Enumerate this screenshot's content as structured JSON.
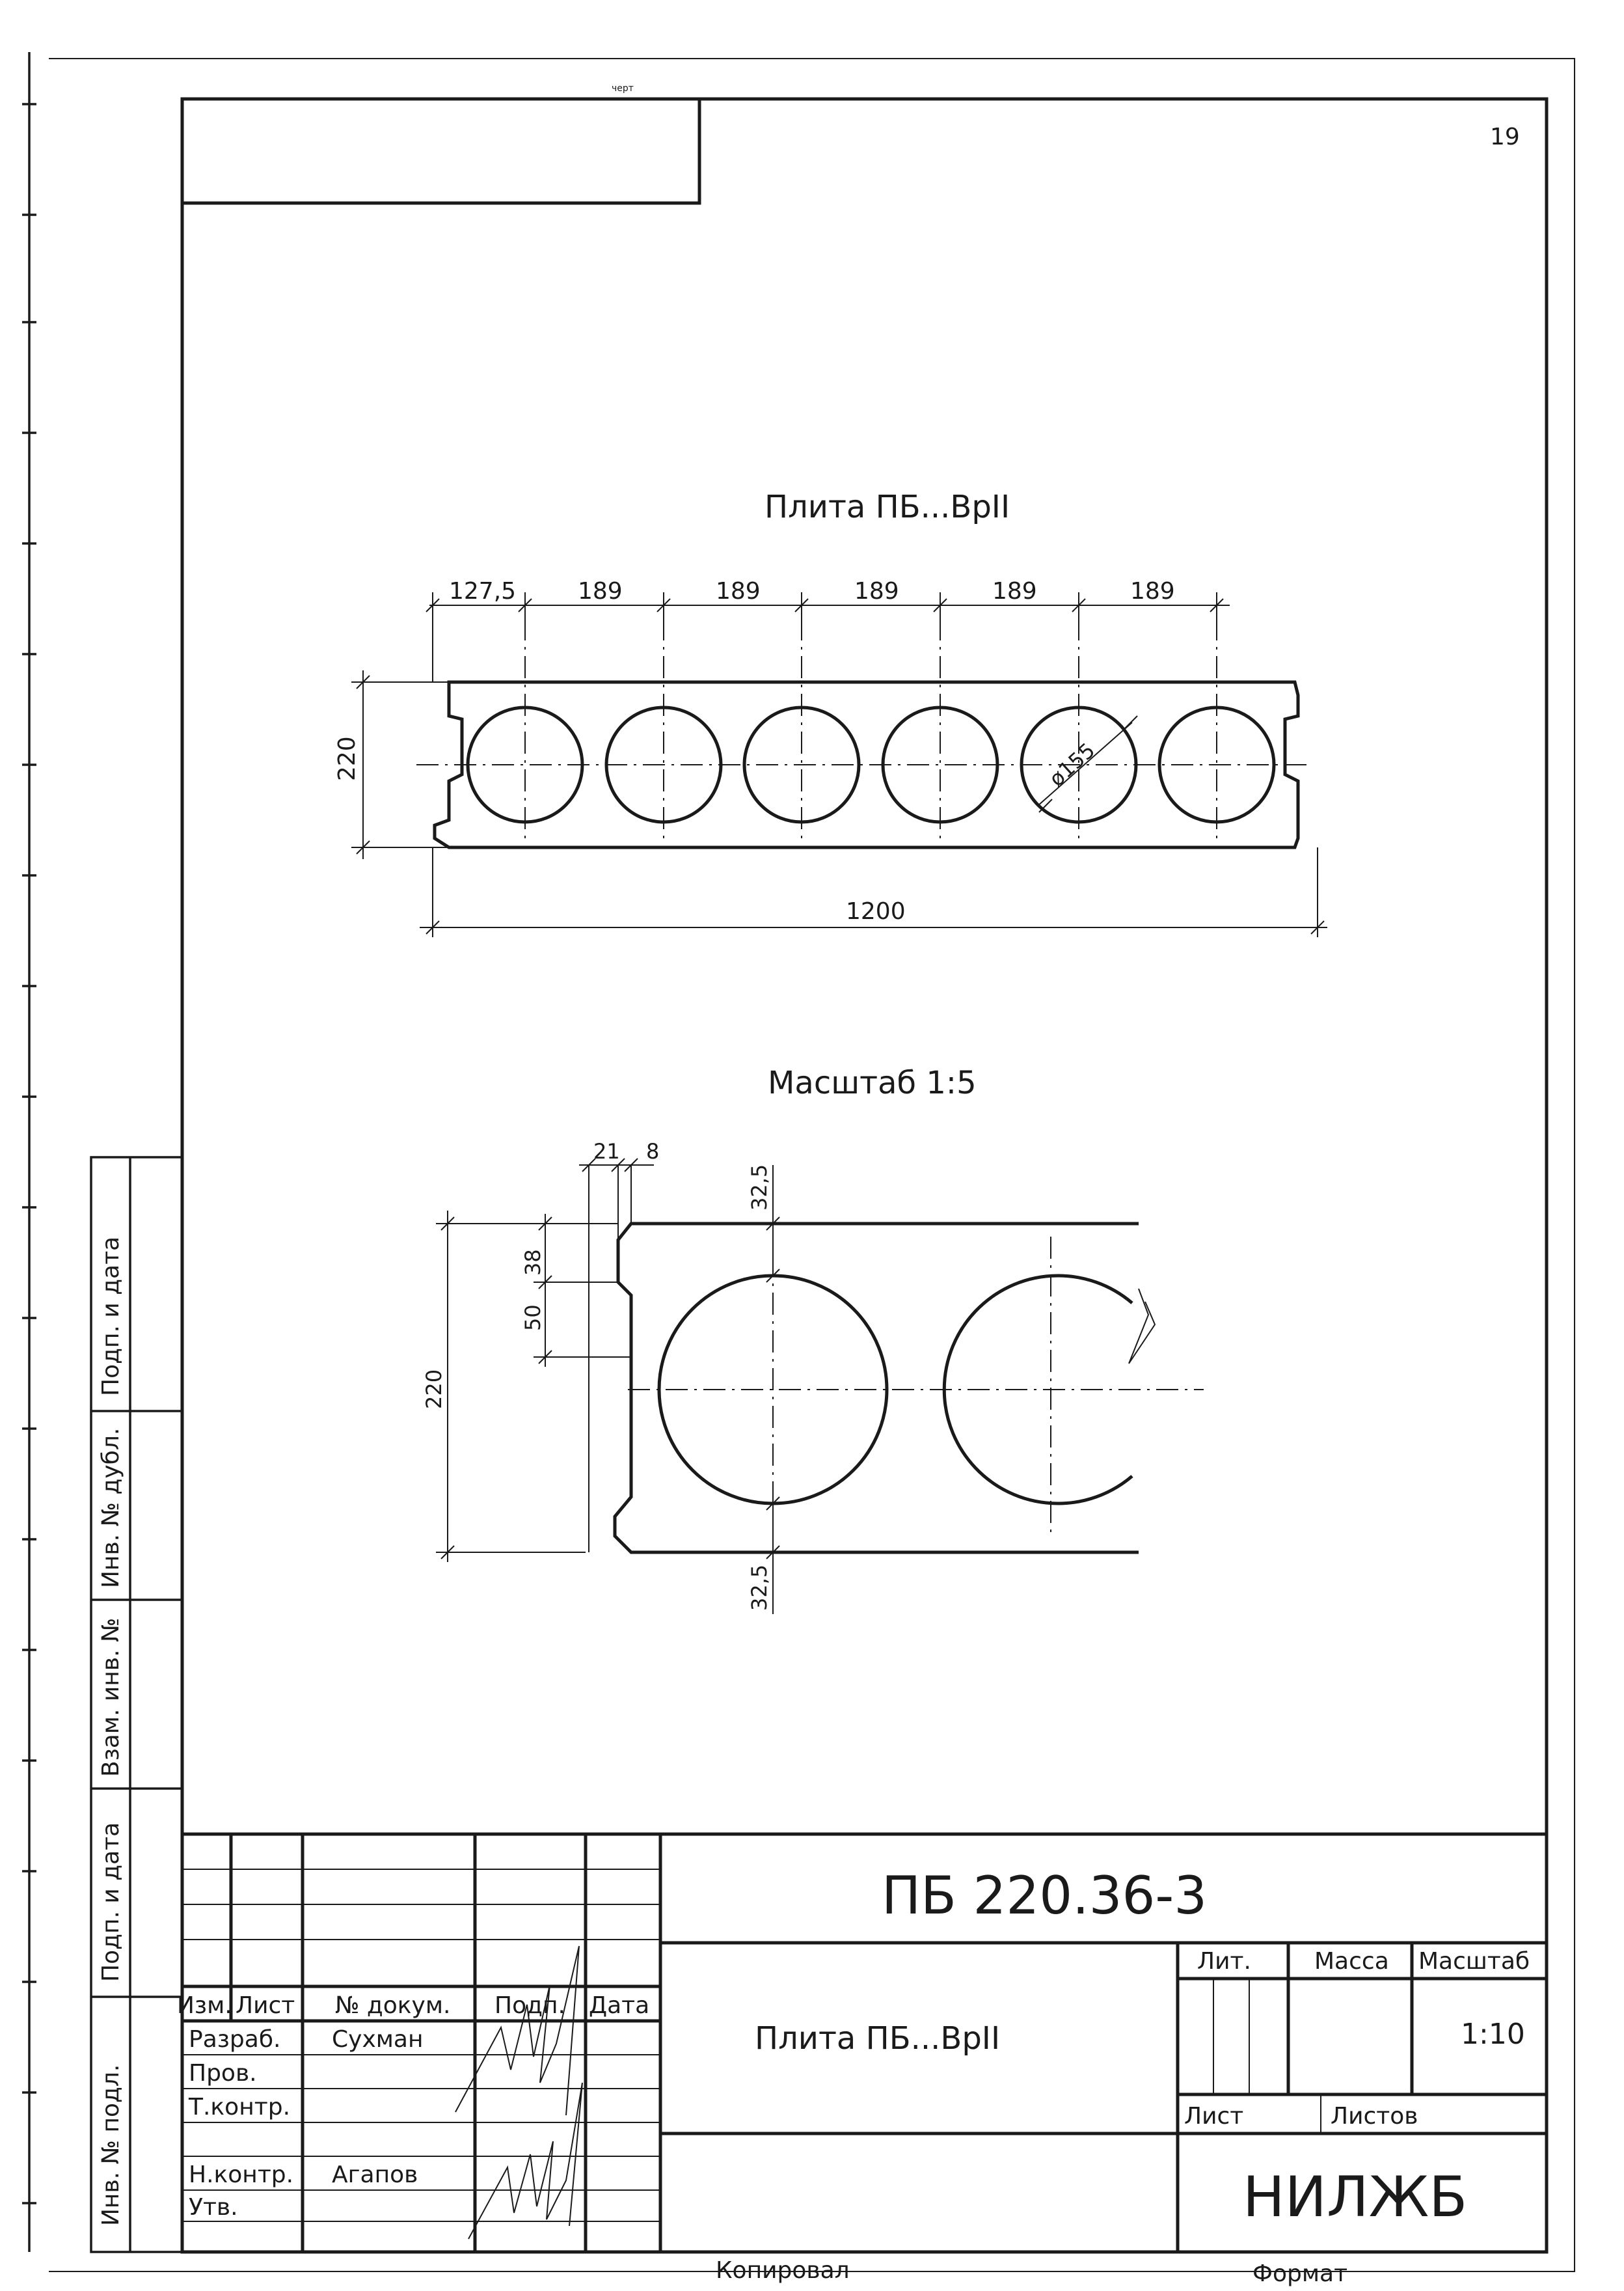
{
  "sheet": {
    "page_number": "19",
    "top_mark": "черт"
  },
  "views": {
    "main_title": "Плита ПБ...ВрII",
    "detail_title": "Масштаб 1:5"
  },
  "dims_main": {
    "spacings": [
      "127,5",
      "189",
      "189",
      "189",
      "189",
      "189"
    ],
    "height": "220",
    "width": "1200",
    "hole_diameter": "ø155"
  },
  "dims_detail": {
    "top_a": "21",
    "top_b": "8",
    "key_a": "38",
    "key_b": "50",
    "height": "220",
    "cover_top": "32,5",
    "cover_bottom": "32,5"
  },
  "side_stamp": {
    "labels": [
      "Подп. и дата",
      "Инв. № дубл.",
      "Взам. инв. №",
      "Подп. и дата",
      "Инв. № подл."
    ]
  },
  "title_block": {
    "designation": "ПБ 220.36-3",
    "headers": {
      "izm": "Изм.",
      "list": "Лист",
      "doc": "№ докум.",
      "sign": "Подп.",
      "date": "Дата"
    },
    "roles": [
      {
        "role": "Разраб.",
        "name": "Сухман"
      },
      {
        "role": "Пров.",
        "name": ""
      },
      {
        "role": "Т.контр.",
        "name": ""
      },
      {
        "role": "",
        "name": ""
      },
      {
        "role": "Н.контр.",
        "name": "Агапов"
      },
      {
        "role": "Утв.",
        "name": ""
      }
    ],
    "product_name": "Плита ПБ...ВрII",
    "lit_label": "Лит.",
    "mass_label": "Масса",
    "scale_label": "Масштаб",
    "scale_value": "1:10",
    "sheet_label": "Лист",
    "sheets_label": "Листов",
    "organization": "НИЛЖБ"
  },
  "footer": {
    "copied": "Копировал",
    "format": "Формат"
  }
}
